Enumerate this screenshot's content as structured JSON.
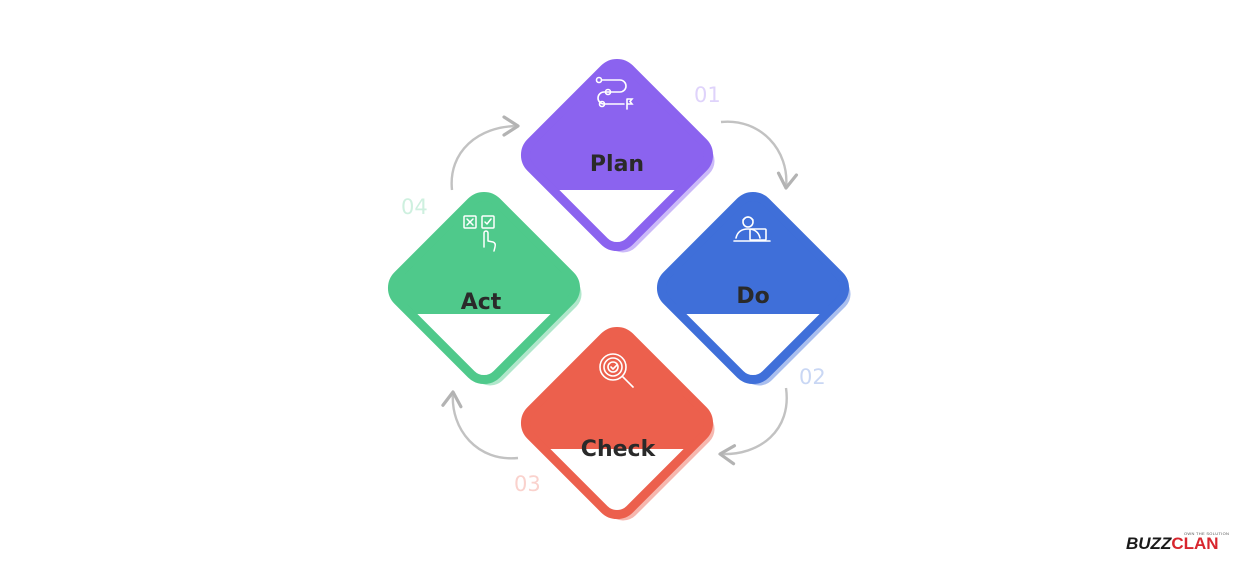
{
  "cycle": [
    {
      "label": "Plan",
      "number": "01",
      "color": "#8b63ef",
      "icon": "roadmap-route-icon"
    },
    {
      "label": "Do",
      "number": "02",
      "color": "#3f6fd9",
      "icon": "person-at-laptop-icon"
    },
    {
      "label": "Check",
      "number": "03",
      "color": "#ec604d",
      "icon": "target-magnifier-icon"
    },
    {
      "label": "Act",
      "number": "04",
      "color": "#4fc98b",
      "icon": "checkbox-select-hand-icon"
    }
  ],
  "logo": {
    "main": "BUZZ",
    "accent": "CLAN",
    "tagline": "OWN THE SOLUTION"
  }
}
